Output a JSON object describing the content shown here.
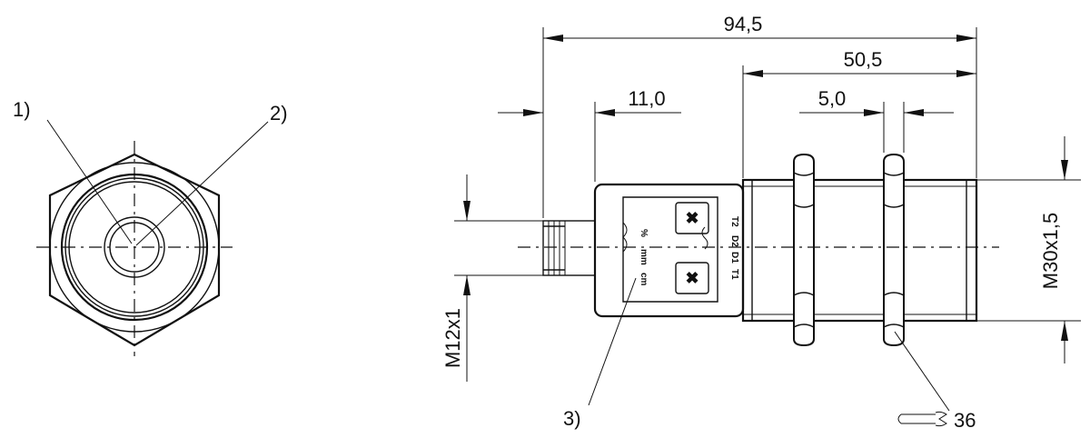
{
  "callouts": {
    "c1": "1)",
    "c2": "2)",
    "c3": "3)"
  },
  "dimensions": {
    "overall_length": "94,5",
    "body_length": "50,5",
    "connector_offset": "11,0",
    "nut_width": "5,0",
    "body_thread": "M30x1,5",
    "connector_thread": "M12x1",
    "wrench_size": "36"
  },
  "panel_labels": {
    "t1": "T1",
    "t2": "T2",
    "d1": "D1",
    "d2": "D2",
    "units_cm": "cm",
    "units_mm": "mm",
    "units_pct": "%"
  },
  "icons": [
    "wrench-icon",
    "teach-button-icon"
  ]
}
